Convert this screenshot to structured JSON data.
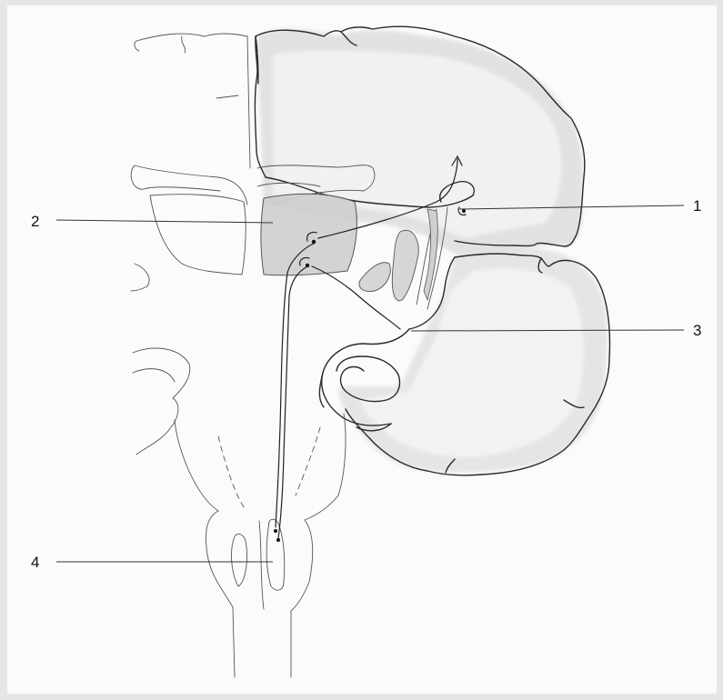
{
  "labels": {
    "l1": "1",
    "l2": "2",
    "l3": "3",
    "l4": "4"
  },
  "colors": {
    "paper": "#fbfbfb",
    "ink": "#2a2a2a",
    "shading": "#d9d9d9"
  }
}
